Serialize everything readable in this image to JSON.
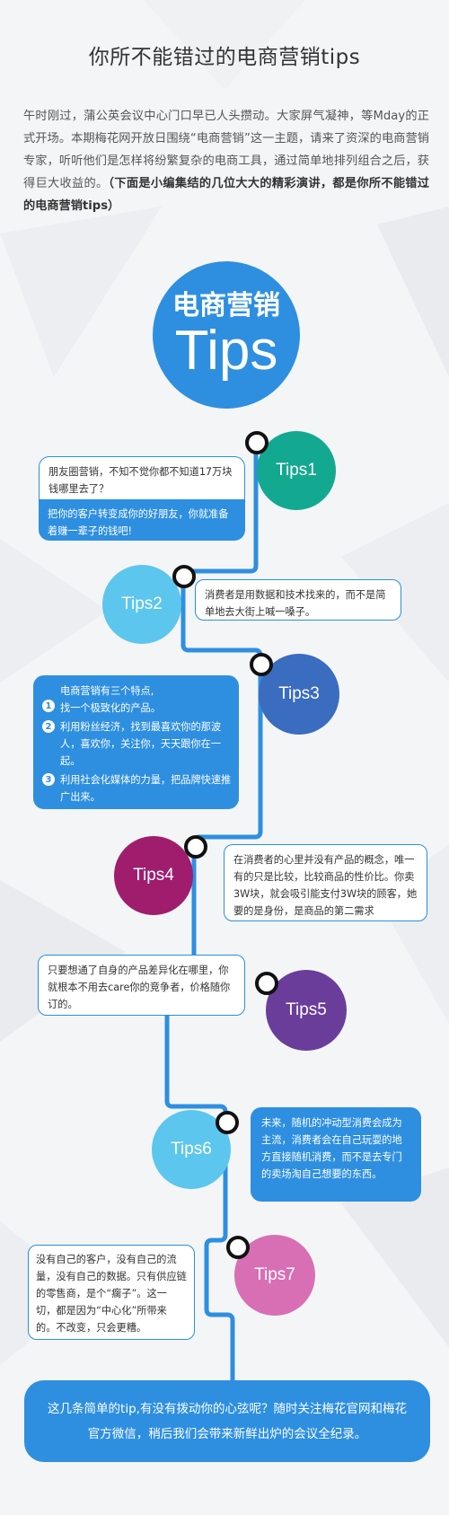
{
  "title": "你所不能错过的电商营销tips",
  "intro": {
    "text": "午时刚过，蒲公英会议中心门口早已人头攒动。大家屏气凝神，等Mday的正式开场。本期梅花网开放日围绕“电商营销”这一主题，请来了资深的电商营销专家，听听他们是怎样将纷繁复杂的电商工具，通过简单地排列组合之后，获得巨大收益的。",
    "bold": "（下面是小编集结的几位大大的精彩演讲，都是你所不能错过的电商营销tips）"
  },
  "hero": {
    "line1": "电商营销",
    "line2": "Tips",
    "color": "#2e8fe0"
  },
  "tips": [
    {
      "label": "Tips1",
      "color": "#13a991"
    },
    {
      "label": "Tips2",
      "color": "#5cc6ee"
    },
    {
      "label": "Tips3",
      "color": "#3a6cc0"
    },
    {
      "label": "Tips4",
      "color": "#a01d6e"
    },
    {
      "label": "Tips5",
      "color": "#6a3d9b"
    },
    {
      "label": "Tips6",
      "color": "#5cc6ee"
    },
    {
      "label": "Tips7",
      "color": "#d86fb5"
    }
  ],
  "boxes": {
    "tip1_top": "朋友圈营销，不知不觉你都不知道17万块钱哪里去了？",
    "tip1_bottom": "把你的客户转变成你的好朋友，你就准备着赚一辈子的钱吧!",
    "tip2": "消费者是用数据和技术找来的，而不是简单地去大街上喊一嗓子。",
    "tip3_head": "电商营销有三个特点,",
    "tip3_items": [
      "找一个极致化的产品。",
      "利用粉丝经济，找到最喜欢你的那波人，喜欢你，关注你，天天跟你在一起。",
      "利用社会化媒体的力量，把品牌快速推广出来。"
    ],
    "tip3_nums": [
      "1",
      "2",
      "3"
    ],
    "tip4": "在消费者的心里并没有产品的概念，唯一有的只是比较，比较商品的性价比。你卖3W块，就会吸引能支付3W块的顾客，她要的是身份，是商品的第二需求",
    "tip5": "只要想通了自身的产品差异化在哪里，你就根本不用去care你的竞争者，价格随你订的。",
    "tip6": "未来，随机的冲动型消费会成为主流，消费者会在自己玩耍的地方直接随机消费，而不是去专门的卖场淘自己想要的东西。",
    "tip7": "没有自己的客户，没有自己的流量，没有自己的数据。只有供应链的零售商，是个“瘸子”。这一切，都是因为“中心化”所带来的。不改变，只会更糟。"
  },
  "footer": "这几条简单的tip,有没有拨动你的心弦呢？随时关注梅花官网和梅花官方微信，稍后我们会带来新鲜出炉的会议全纪录。"
}
